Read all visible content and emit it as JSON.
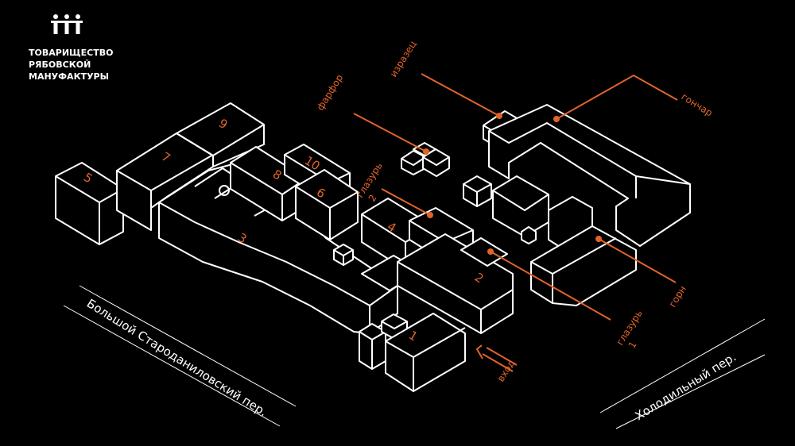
{
  "brand": {
    "logo_icon": "three-figures-icon",
    "name_lines": [
      "ТОВАРИЩЕСТВО",
      "РЯБОВСКОЙ",
      "МАНУФАКТУРЫ"
    ]
  },
  "colors": {
    "accent": "#e0642a",
    "line": "#ffffff",
    "background": "#000000"
  },
  "buildings": {
    "b1": "1",
    "b2": "2",
    "b3": "3",
    "b4": "4",
    "b5": "5",
    "b6": "6",
    "b7": "7",
    "b8": "8",
    "b9": "9",
    "b10": "10"
  },
  "labels": {
    "farfor": "фарфор",
    "izrazets": "изразец",
    "gonchar": "гончар",
    "glazur2_a": "глазурь",
    "glazur2_b": "2",
    "gorn": "горн",
    "glazur1_a": "глазурь",
    "glazur1_b": "1",
    "vhod": "вход"
  },
  "streets": {
    "bolshoy": "Большой Староданиловский пер.",
    "holodilny": "Холодильный пер."
  }
}
